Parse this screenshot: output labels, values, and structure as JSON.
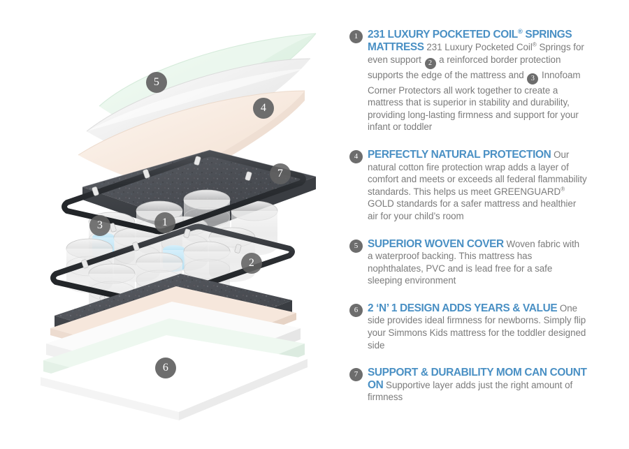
{
  "diagram": {
    "alt": "Exploded cutaway view of a crib mattress showing its layers",
    "badges": [
      {
        "n": "5",
        "layer": "woven-cover"
      },
      {
        "n": "4",
        "layer": "cotton-fire-protection-wrap"
      },
      {
        "n": "7",
        "layer": "support-durability-layer"
      },
      {
        "n": "3",
        "layer": "innofoam-corner-protectors"
      },
      {
        "n": "1",
        "layer": "pocketed-coil-springs"
      },
      {
        "n": "2",
        "layer": "reinforced-border-protection"
      },
      {
        "n": "6",
        "layer": "two-in-one-flip-side"
      }
    ],
    "colors": {
      "cover_mint": "#e8f5ea",
      "wrap_white": "#f2f2f2",
      "foam_cream": "#f7ece4",
      "felt_dark": "#4e5055",
      "coil_blue": "#bfe4f5",
      "rod_dark": "#2f3236"
    }
  },
  "theme": {
    "heading_blue": "#4a90c4",
    "body_grey": "#7b7b7b",
    "badge_grey": "#6d6d6d",
    "background": "#ffffff"
  },
  "features": [
    {
      "number": "1",
      "heading_a": "231 Luxury Pocketed Coil",
      "heading_reg": "®",
      "heading_b": " Springs Mattress",
      "body_1": " 231 Luxury Pocketed Coil",
      "body_reg": "®",
      "body_2": " Springs for even support ",
      "inline_badge_1": "2",
      "body_3": " a reinforced border protection supports the edge of the mattress and ",
      "inline_badge_2": "3",
      "body_4": " Innofoam Corner Protectors all work together to create a mattress that is superior in stability and durability, providing long-lasting firmness and support for your infant or toddler"
    },
    {
      "number": "4",
      "heading": "Perfectly Natural Protection",
      "body_1": " Our natural cotton fire protection wrap adds a layer of comfort and meets or exceeds all federal flammability standards. This helps us meet ",
      "brand": "Greenguard",
      "brand_reg": "®",
      "brand_2": " GOLD",
      "body_2": " standards for a safer mattress and healthier air for your child’s room"
    },
    {
      "number": "5",
      "heading": "Superior Woven Cover",
      "body": " Woven fabric with a waterproof backing. This mattress has nophthalates, PVC and is lead free for a safe sleeping environment"
    },
    {
      "number": "6",
      "heading": "2 ‘n’ 1 Design Adds Years & Value",
      "body": " One side provides ideal firmness for newborns. Simply flip your Simmons Kids mattress for the toddler designed side"
    },
    {
      "number": "7",
      "heading": "Support & Durability Mom Can Count On",
      "body": " Supportive layer adds just the right amount of firmness"
    }
  ]
}
